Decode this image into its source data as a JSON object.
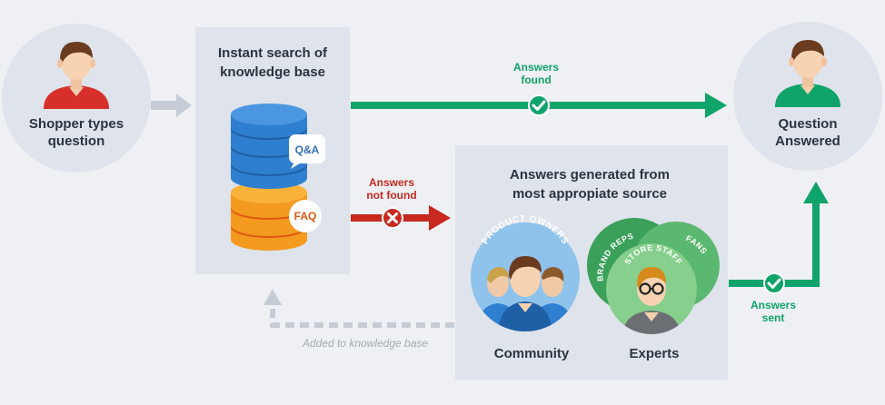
{
  "nodes": {
    "shopper": {
      "line1": "Shopper types",
      "line2": "question"
    },
    "search": {
      "line1": "Instant search of",
      "line2": "knowledge base"
    },
    "answered": {
      "line1": "Question",
      "line2": "Answered"
    },
    "generated": {
      "line1": "Answers generated from",
      "line2": "most appropiate source"
    }
  },
  "badges": {
    "qa": "Q&A",
    "faq": "FAQ"
  },
  "flows": {
    "found": {
      "line1": "Answers",
      "line2": "found"
    },
    "not_found": {
      "line1": "Answers",
      "line2": "not found"
    },
    "sent": {
      "line1": "Answers",
      "line2": "sent"
    },
    "added": "Added to knowledge base"
  },
  "sources": {
    "community": {
      "label": "Community",
      "ring": "PRODUCT OWNERS"
    },
    "experts": {
      "label": "Experts",
      "rings": [
        "BRAND REPS",
        "FANS",
        "STORE STAFF"
      ]
    }
  },
  "colors": {
    "background": "#eef0f4",
    "panel": "#dfe3eb",
    "circle": "#dfe3eb",
    "text": "#2a3540",
    "green": "#10a36a",
    "red": "#c8291f",
    "blue_db": "#2f7fd0",
    "orange_db": "#f39a1f",
    "grey_arrow": "#c6ccd6"
  }
}
